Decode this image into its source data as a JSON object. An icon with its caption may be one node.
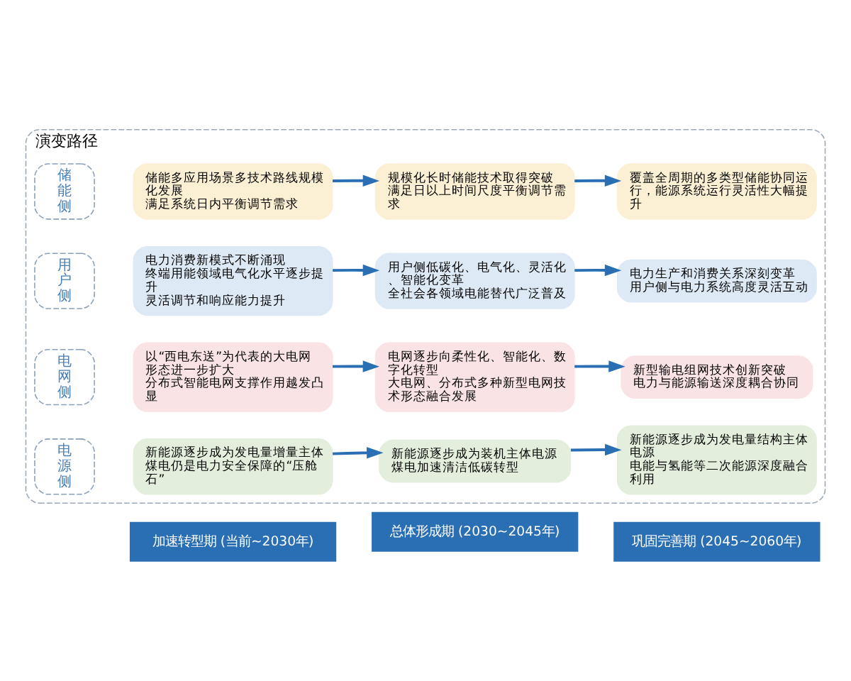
{
  "diagram": {
    "nodes": [
      {
        "text": [
          "演变路径"
        ]
      },
      {
        "text": [
          "电源侧"
        ],
        "in": 0
      },
      {
        "text": [
          "新能源逐步成为发电量增量主体",
          "煤电仍是电力安全保障的“压舱石”"
        ],
        "in": 0
      },
      {
        "text": [
          "新能源逐步成为装机主体电源",
          "煤电加速清洁低碳转型"
        ],
        "in": 0
      },
      {
        "text": [
          "新能源逐步成为发电量结构主体电源",
          "电能与氢能等二次能源深度融合利用"
        ],
        "in": 0
      },
      {
        "text": [
          "电网侧"
        ],
        "in": 0
      },
      {
        "text": [
          "以“西电东送”为代表的大电网形态进一步扩大",
          "分布式智能电网支撑作用越发凸显"
        ],
        "in": 0
      },
      {
        "text": [
          "电网逐步向柔性化、智能化、数字化转型",
          "大电网、分布式多种新型电网技术形态融合发展"
        ],
        "in": 0
      },
      {
        "text": [
          "新型输电组网技术创新突破",
          "电力与能源输送深度耦合协同"
        ],
        "in": 0
      },
      {
        "text": [
          "用户侧"
        ],
        "in": 0
      },
      {
        "text": [
          "电力消费新模式不断涌现",
          "终端用能领域电气化水平逐步提升",
          "灵活调节和响应能力提升"
        ],
        "in": 0
      },
      {
        "text": [
          "用户侧低碳化、电气化、灵活化、智能化变革",
          "全社会各领域电能替代广泛普及"
        ],
        "in": 0
      },
      {
        "text": [
          "电力生产和消费关系深刻变革",
          "用户侧与电力系统高度灵活互动"
        ],
        "in": 0
      },
      {
        "text": [
          "储能侧"
        ],
        "in": 0
      },
      {
        "text": [
          "储能多应用场景多技术路线规模化发展",
          "满足系统日内平衡调节需求"
        ],
        "in": 0
      },
      {
        "text": [
          "规模化长时储能技术取得突破",
          "满足日以上时间尺度平衡调节需求"
        ],
        "in": 0
      },
      {
        "text": [
          "覆盖全周期的多类型储能协同运行，能源系统运行灵活性大幅提升"
        ],
        "in": 0
      }
    ],
    "edges": [
      {
        "from": 2,
        "to": 3,
        "arrow": "to"
      },
      {
        "from": 3,
        "to": 4,
        "arrow": "to"
      },
      {
        "from": 6,
        "to": 7,
        "arrow": "to"
      },
      {
        "from": 7,
        "to": 8,
        "arrow": "to"
      },
      {
        "from": 10,
        "to": 11,
        "arrow": "to"
      },
      {
        "from": 11,
        "to": 12,
        "arrow": "to"
      },
      {
        "from": 14,
        "to": 15,
        "arrow": "to"
      },
      {
        "from": 15,
        "to": 16,
        "arrow": "to"
      }
    ],
    "labels": [
      "加速转型期 (当前~2030年)",
      "总体形成期 (2030~2045年)",
      "巩固完善期 (2045~2060年)"
    ]
  }
}
